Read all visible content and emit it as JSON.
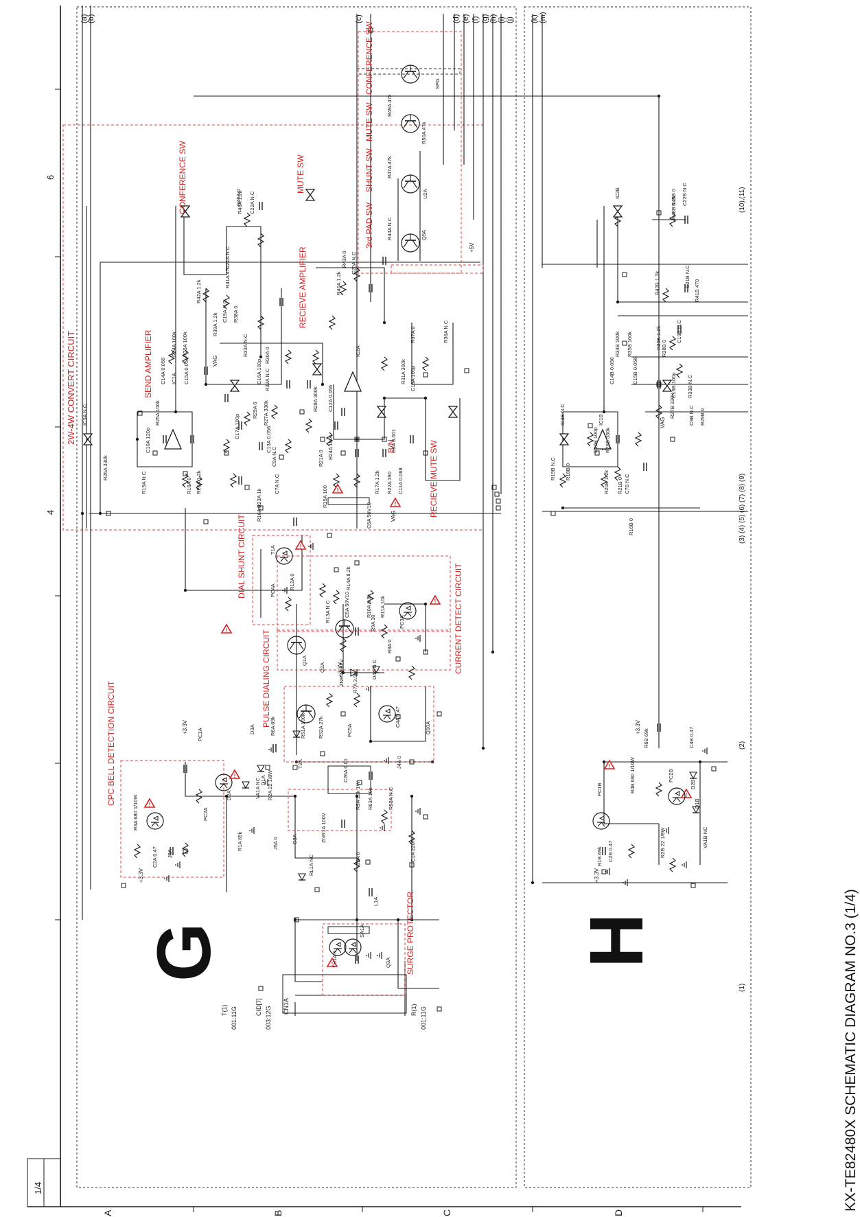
{
  "page": {
    "number_box": "1/4",
    "title": "KX-TE82480X SCHEMATIC DIAGRAM NO.3 (1/4)",
    "section_letters": [
      "G",
      "H"
    ],
    "grid_numbers": [
      "6",
      "4"
    ],
    "row_letters": [
      "A",
      "B",
      "C",
      "D"
    ]
  },
  "colors": {
    "circuit_line": "#1a1a1a",
    "annotation_red": "#d62020",
    "box_dash_red": "#e04040",
    "box_dash_black": "#333333"
  },
  "blocks": {
    "conv_2w4w": "2W-4W CONVERT CIRCUIT",
    "conference_sw": "CONFERENCE SW",
    "mute_sw": "MUTE SW",
    "send_amp": "SEND AMPLIFIER",
    "recv_amp": "RECIEVE AMPLIFIER",
    "recv_mute_sw": "RECIEVE MUTE SW",
    "bn": "B/N",
    "sw_conference": "CONFERENCE SW",
    "sw_mute": "MUTE SW",
    "sw_shunt": "SHUNT SW",
    "sw_3rdpad": "3rd PAD SW",
    "dial_shunt": "DIAL SHUNT CIRCUIT",
    "current_detect": "CURRENT DETECT CIRCUIT",
    "pulse_dialing": "PULSE DIALING CIRCUIT",
    "cpc_bell": "CPC BELL DETECTION CIRCUIT",
    "surge": "SURGE PROTECTOR"
  },
  "connectors_top": [
    "(a)",
    "(b)",
    "(c)",
    "(d)",
    "(e)",
    "(f)",
    "(g)",
    "(h)",
    "(i)",
    "(j)",
    "(k)",
    "(m)"
  ],
  "bus_labels_h": [
    "(1)",
    "(2)",
    "(3) (4) (5) (6) (7) (8) (9)",
    "(10),(11)"
  ],
  "terminals": {
    "t1": "T(1)",
    "t1_ref": "001:11G",
    "cid": "CID[7]",
    "cid_ref": "003:12G",
    "r1": "R(1)",
    "r1_ref": "001:11G",
    "cn": "CN1A",
    "vag": "VAG",
    "v33": "+3.3V",
    "v5": "+5V"
  },
  "parts_g": [
    {
      "ref": "IC1A",
      "val": ""
    },
    {
      "ref": "IC2A",
      "val": ""
    },
    {
      "ref": "IC3A",
      "val": "N.C"
    },
    {
      "ref": "R34A",
      "val": "100k"
    },
    {
      "ref": "R35A",
      "val": "100k"
    },
    {
      "ref": "C14A",
      "val": "0.056"
    },
    {
      "ref": "C15A",
      "val": "0.056"
    },
    {
      "ref": "R42A",
      "val": "1.2k"
    },
    {
      "ref": "R41A",
      "val": "470"
    },
    {
      "ref": "C21A",
      "val": "N.C"
    },
    {
      "ref": "R46A",
      "val": "1.2k"
    },
    {
      "ref": "C22A",
      "val": "N.C"
    },
    {
      "ref": "R45A",
      "val": "0"
    },
    {
      "ref": "R43A",
      "val": "0"
    },
    {
      "ref": "C20A",
      "val": "N.C"
    },
    {
      "ref": "R40A",
      "val": "1.2k"
    },
    {
      "ref": "R39A",
      "val": "1.2k"
    },
    {
      "ref": "C19A",
      "val": "N.C"
    },
    {
      "ref": "R38A",
      "val": "0"
    },
    {
      "ref": "R37A",
      "val": "0"
    },
    {
      "ref": "R36A",
      "val": "N.C"
    },
    {
      "ref": "R31A",
      "val": "300k"
    },
    {
      "ref": "C18A",
      "val": "100p"
    },
    {
      "ref": "R33A",
      "val": "N.C"
    },
    {
      "ref": "R32A",
      "val": "N.C"
    },
    {
      "ref": "R30A",
      "val": "0"
    },
    {
      "ref": "R29A",
      "val": "0"
    },
    {
      "ref": "C16A",
      "val": "100p"
    },
    {
      "ref": "C17A",
      "val": "100p"
    },
    {
      "ref": "R27A",
      "val": "330k"
    },
    {
      "ref": "R28A",
      "val": "300k"
    },
    {
      "ref": "C12A",
      "val": "0.056"
    },
    {
      "ref": "C13A",
      "val": "0.056"
    },
    {
      "ref": "C9A",
      "val": "N.C"
    },
    {
      "ref": "R21A",
      "val": "0"
    },
    {
      "ref": "R24A",
      "val": "100k"
    },
    {
      "ref": "R25A",
      "val": "100k"
    },
    {
      "ref": "C10A",
      "val": "120p"
    },
    {
      "ref": "R26A",
      "val": "330k"
    },
    {
      "ref": "R19A",
      "val": "N.C"
    },
    {
      "ref": "R18A",
      "val": "0"
    },
    {
      "ref": "R20A",
      "val": "1.2k"
    },
    {
      "ref": "C7A",
      "val": "N.C"
    },
    {
      "ref": "R17A",
      "val": "1.2k"
    },
    {
      "ref": "R22A",
      "val": "390"
    },
    {
      "ref": "C8A",
      "val": "0.001"
    },
    {
      "ref": "C11A",
      "val": "0.068"
    },
    {
      "ref": "R23A",
      "val": "1k"
    },
    {
      "ref": "R16A",
      "val": "0"
    },
    {
      "ref": "R15A",
      "val": "100"
    },
    {
      "ref": "C6A",
      "val": "50V10"
    },
    {
      "ref": "T1A",
      "val": ""
    },
    {
      "ref": "PC4A",
      "val": ""
    },
    {
      "ref": "R12A",
      "val": "0"
    },
    {
      "ref": "R14A",
      "val": "8.2k"
    },
    {
      "ref": "C5A",
      "val": "50V10"
    },
    {
      "ref": "R13A",
      "val": "N.C"
    },
    {
      "ref": "R10A",
      "val": "6.8k"
    },
    {
      "ref": "R11A",
      "val": "10k"
    },
    {
      "ref": "PC3A",
      "val": ""
    },
    {
      "ref": "Q1A",
      "val": ""
    },
    {
      "ref": "Q2A",
      "val": ""
    },
    {
      "ref": "R9A",
      "val": "30"
    },
    {
      "ref": "R8A",
      "val": "0"
    },
    {
      "ref": "D4A",
      "val": "N.C"
    },
    {
      "ref": "ZNR2A",
      "val": "82V"
    },
    {
      "ref": "R7A",
      "val": "3.9k"
    },
    {
      "ref": "Q10A",
      "val": ""
    },
    {
      "ref": "R51A",
      "val": "100k"
    },
    {
      "ref": "R52A",
      "val": "27k"
    },
    {
      "ref": "PC5A",
      "val": ""
    },
    {
      "ref": "C4A",
      "val": "0.47"
    },
    {
      "ref": "D3A",
      "val": ""
    },
    {
      "ref": "R6A",
      "val": "69k"
    },
    {
      "ref": "PC1A",
      "val": ""
    },
    {
      "ref": "R3A",
      "val": "680 1/10W"
    },
    {
      "ref": "PC2A",
      "val": ""
    },
    {
      "ref": "D2A",
      "val": ""
    },
    {
      "ref": "D1A",
      "val": ""
    },
    {
      "ref": "VA1A",
      "val": "NC"
    },
    {
      "ref": "R2A",
      "val": "22 1/8W"
    },
    {
      "ref": "R1A",
      "val": "69k"
    },
    {
      "ref": "C2A",
      "val": "0.47"
    },
    {
      "ref": "J3A",
      "val": ""
    },
    {
      "ref": "J5A",
      "val": "0"
    },
    {
      "ref": "C3A",
      "val": ""
    },
    {
      "ref": "T2A",
      "val": ""
    },
    {
      "ref": "C26A",
      "val": "0.01"
    },
    {
      "ref": "R5A",
      "val": "22k 1W"
    },
    {
      "ref": "J4A",
      "val": "0"
    },
    {
      "ref": "R53A",
      "val": "N.C"
    },
    {
      "ref": "R63A",
      "val": "10k"
    },
    {
      "ref": "ZNR1A",
      "val": "100V"
    },
    {
      "ref": "RL1A",
      "val": "NC"
    },
    {
      "ref": "J2A",
      "val": "0"
    },
    {
      "ref": "C1A",
      "val": "220P"
    },
    {
      "ref": "L1A",
      "val": ""
    },
    {
      "ref": "SA1A",
      "val": ""
    },
    {
      "ref": "TH1A",
      "val": "0"
    },
    {
      "ref": "Q3A",
      "val": ""
    },
    {
      "ref": "R44A",
      "val": "N.C"
    },
    {
      "ref": "Q5A",
      "val": ""
    },
    {
      "ref": "R47A",
      "val": "47k"
    },
    {
      "ref": "U2A",
      "val": ""
    },
    {
      "ref": "R49A",
      "val": "47k"
    },
    {
      "ref": "R50A",
      "val": "47k"
    },
    {
      "ref": "SPG",
      "val": ""
    }
  ],
  "parts_h": [
    {
      "ref": "IC1B",
      "val": ""
    },
    {
      "ref": "IC2B",
      "val": ""
    },
    {
      "ref": "IC3B",
      "val": "N.C"
    },
    {
      "ref": "R48B",
      "val": "1.2k"
    },
    {
      "ref": "C22B",
      "val": "N.C"
    },
    {
      "ref": "R45B",
      "val": "0"
    },
    {
      "ref": "R42B",
      "val": "1.2k"
    },
    {
      "ref": "C21B",
      "val": "N.C"
    },
    {
      "ref": "R41B",
      "val": "470"
    },
    {
      "ref": "R39B",
      "val": "1.2k"
    },
    {
      "ref": "C19B",
      "val": "N.C"
    },
    {
      "ref": "R38B",
      "val": "0"
    },
    {
      "ref": "R34B",
      "val": "100k"
    },
    {
      "ref": "R35B",
      "val": "100k"
    },
    {
      "ref": "C14B",
      "val": "0.056"
    },
    {
      "ref": "C15B",
      "val": "0.056"
    },
    {
      "ref": "C16B",
      "val": "100p"
    },
    {
      "ref": "R27B",
      "val": "330k"
    },
    {
      "ref": "C9B",
      "val": "N.C"
    },
    {
      "ref": "R29B",
      "val": "0"
    },
    {
      "ref": "R33B",
      "val": "N.C"
    },
    {
      "ref": "C10B",
      "val": "100p"
    },
    {
      "ref": "R26B",
      "val": "330k"
    },
    {
      "ref": "R19B",
      "val": "N.C"
    },
    {
      "ref": "R18B",
      "val": "0"
    },
    {
      "ref": "R20B",
      "val": "1.2k"
    },
    {
      "ref": "R21B",
      "val": "0"
    },
    {
      "ref": "C7B",
      "val": "N.C"
    },
    {
      "ref": "R16B",
      "val": "0"
    },
    {
      "ref": "C4B",
      "val": "0.47"
    },
    {
      "ref": "R6B",
      "val": "69k"
    },
    {
      "ref": "PC1B",
      "val": ""
    },
    {
      "ref": "R4B",
      "val": "680 1/10W"
    },
    {
      "ref": "PC2B",
      "val": ""
    },
    {
      "ref": "D2B",
      "val": ""
    },
    {
      "ref": "D1B",
      "val": ""
    },
    {
      "ref": "VA1B",
      "val": "NC"
    },
    {
      "ref": "R2B",
      "val": "22 1/8W"
    },
    {
      "ref": "R1B",
      "val": "69k"
    },
    {
      "ref": "C2B",
      "val": "0.47"
    }
  ]
}
